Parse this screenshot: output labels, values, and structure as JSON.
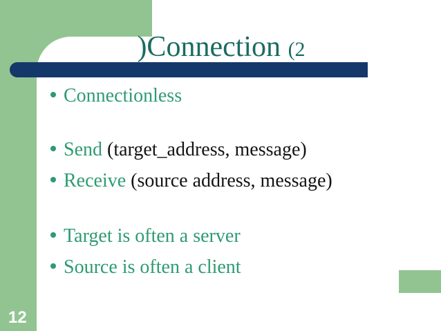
{
  "slide": {
    "title": {
      "main": ")Connection ",
      "suffix": "(2"
    },
    "bullets": [
      {
        "highlight": "Connectionless",
        "rest": ""
      },
      {
        "highlight": "Send",
        "rest": " (target_address, message)"
      },
      {
        "highlight": "Receive",
        "rest": " (source address, message)"
      },
      {
        "highlight": "Target is often a server",
        "rest": ""
      },
      {
        "highlight": "Source is often a client",
        "rest": ""
      }
    ],
    "page_number": "12",
    "colors": {
      "accent_green": "#92C492",
      "bar_navy": "#15386B",
      "title_teal": "#1A6C60",
      "text_green": "#2E9B72",
      "text_black": "#141414"
    }
  }
}
